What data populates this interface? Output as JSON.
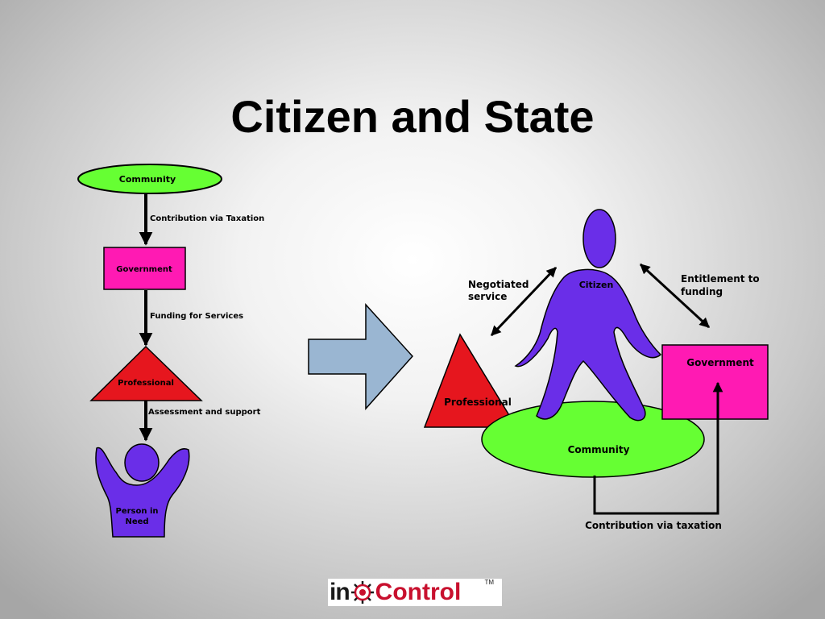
{
  "title": "Citizen and State",
  "left_flow": {
    "community": "Community",
    "contribution_via_taxation": "Contribution via Taxation",
    "government": "Government",
    "funding_for_services": "Funding for Services",
    "professional": "Professional",
    "assessment_and_support": "Assessment and support",
    "person_in_need_line1": "Person in",
    "person_in_need_line2": "Need"
  },
  "right_model": {
    "citizen": "Citizen",
    "negotiated_service_line1": "Negotiated",
    "negotiated_service_line2": "service",
    "entitlement_line1": "Entitlement to",
    "entitlement_line2": "funding",
    "government": "Government",
    "professional": "Professional",
    "community": "Community",
    "contribution_via_taxation": "Contribution via taxation"
  },
  "logo": {
    "part1": "in",
    "part2": "Control",
    "trademark": "TM"
  },
  "colors": {
    "green": "#66ff33",
    "magenta": "#ff1ab3",
    "red": "#e6161e",
    "purple": "#6a2ee8",
    "arrow_blue": "#9ab6d2"
  }
}
